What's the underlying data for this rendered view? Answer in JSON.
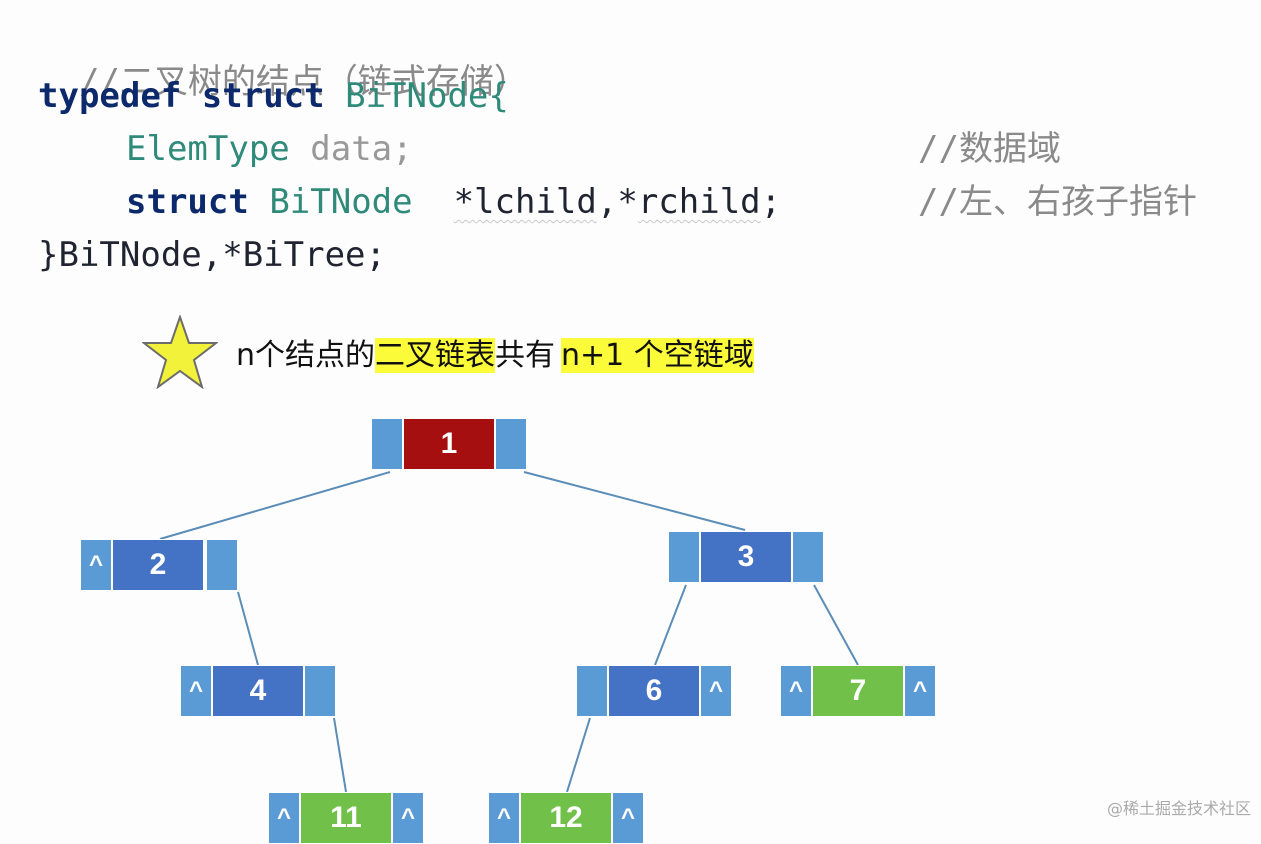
{
  "code": {
    "line1": "//二叉树的结点（链式存储）",
    "line2_kw1": "typedef",
    "line2_kw2": "struct",
    "line2_name": "BiTNode{",
    "line3_type": "ElemType",
    "line3_field": "data;",
    "line3_comment": "//数据域",
    "line4_kw": "struct",
    "line4_type": "BiTNode",
    "line4_fields_a": "*lchild",
    "line4_sep": ",*",
    "line4_fields_b": "rchild",
    "line4_end": ";",
    "line4_comment": "//左、右孩子指针",
    "line5": "}BiTNode,*BiTree;"
  },
  "note": {
    "prefix": "n个结点的",
    "hl1": "二叉链表",
    "middle": "共有",
    "hl2": "n+1 个空链域"
  },
  "nodes": [
    {
      "id": "1",
      "value": "1",
      "left": "",
      "right": "",
      "color": "#a50f0f"
    },
    {
      "id": "2",
      "value": "2",
      "left": "^",
      "right": "",
      "color": "#4472c4"
    },
    {
      "id": "3",
      "value": "3",
      "left": "",
      "right": "",
      "color": "#4472c4"
    },
    {
      "id": "4",
      "value": "4",
      "left": "^",
      "right": "",
      "color": "#4472c4"
    },
    {
      "id": "6",
      "value": "6",
      "left": "",
      "right": "^",
      "color": "#4472c4"
    },
    {
      "id": "7",
      "value": "7",
      "left": "^",
      "right": "^",
      "color": "#70c049"
    },
    {
      "id": "11",
      "value": "11",
      "left": "^",
      "right": "^",
      "color": "#70c049"
    },
    {
      "id": "12",
      "value": "12",
      "left": "^",
      "right": "^",
      "color": "#70c049"
    }
  ],
  "watermark": "@稀土掘金技术社区",
  "colors": {
    "pointer": "#5b9bd5",
    "edge": "#5b8db8",
    "highlight": "#fbfb3a"
  }
}
